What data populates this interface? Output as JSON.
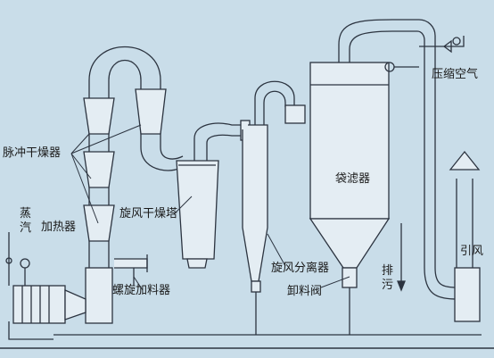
{
  "labels": {
    "pulse_dryer": "脉冲干燥器",
    "steam_1": "蒸",
    "steam_2": "汽",
    "heater": "加热器",
    "cyclone_dryer": "旋风干燥塔",
    "screw_feeder": "螺旋加料器",
    "cyclone_separator": "旋风分离器",
    "discharge_valve": "卸料阀",
    "bag_filter": "袋滤器",
    "compressed_air": "压缩空气",
    "drain_1": "排",
    "drain_2": "污",
    "induced_fan_1": "引风",
    "induced_fan_2": ""
  },
  "colors": {
    "background": "#c9dde9",
    "line": "#2c3440",
    "equipment_fill": "#e4edf3"
  }
}
